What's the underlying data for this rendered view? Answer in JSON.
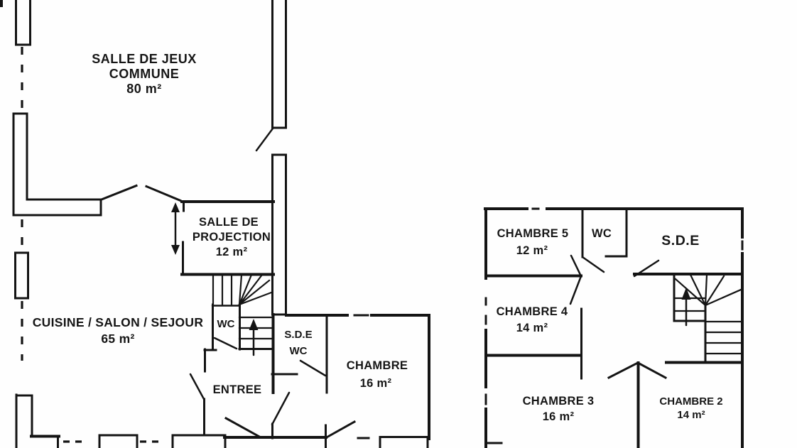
{
  "meta": {
    "type": "architectural floor plan",
    "floor_count": 2
  },
  "colors": {
    "wall": "#141414",
    "background": "#fefefe"
  },
  "icons": {
    "stairs_up_arrow": "up-arrow",
    "opening_double_arrow": "vertical-double-arrow"
  },
  "ground_floor": {
    "salle_de_jeux": {
      "line1": "SALLE DE JEUX",
      "line2": "COMMUNE",
      "area": "80 m²"
    },
    "salle_de_projection": {
      "line1": "SALLE DE",
      "line2": "PROJECTION",
      "area": "12 m²"
    },
    "cuisine_salon_sejour": {
      "line1": "CUISINE / SALON / SEJOUR",
      "area": "65 m²"
    },
    "wc": {
      "label": "WC"
    },
    "sde_wc": {
      "line1": "S.D.E",
      "line2": "WC"
    },
    "chambre": {
      "line1": "CHAMBRE",
      "area": "16 m²"
    },
    "entree": {
      "label": "ENTREE"
    }
  },
  "upper_floor": {
    "chambre5": {
      "line1": "CHAMBRE 5",
      "area": "12 m²"
    },
    "wc": {
      "label": "WC"
    },
    "sde": {
      "label": "S.D.E"
    },
    "chambre4": {
      "line1": "CHAMBRE 4",
      "area": "14 m²"
    },
    "chambre3": {
      "line1": "CHAMBRE 3",
      "area": "16 m²"
    },
    "chambre2": {
      "line1": "CHAMBRE 2",
      "area": "14 m²"
    }
  }
}
